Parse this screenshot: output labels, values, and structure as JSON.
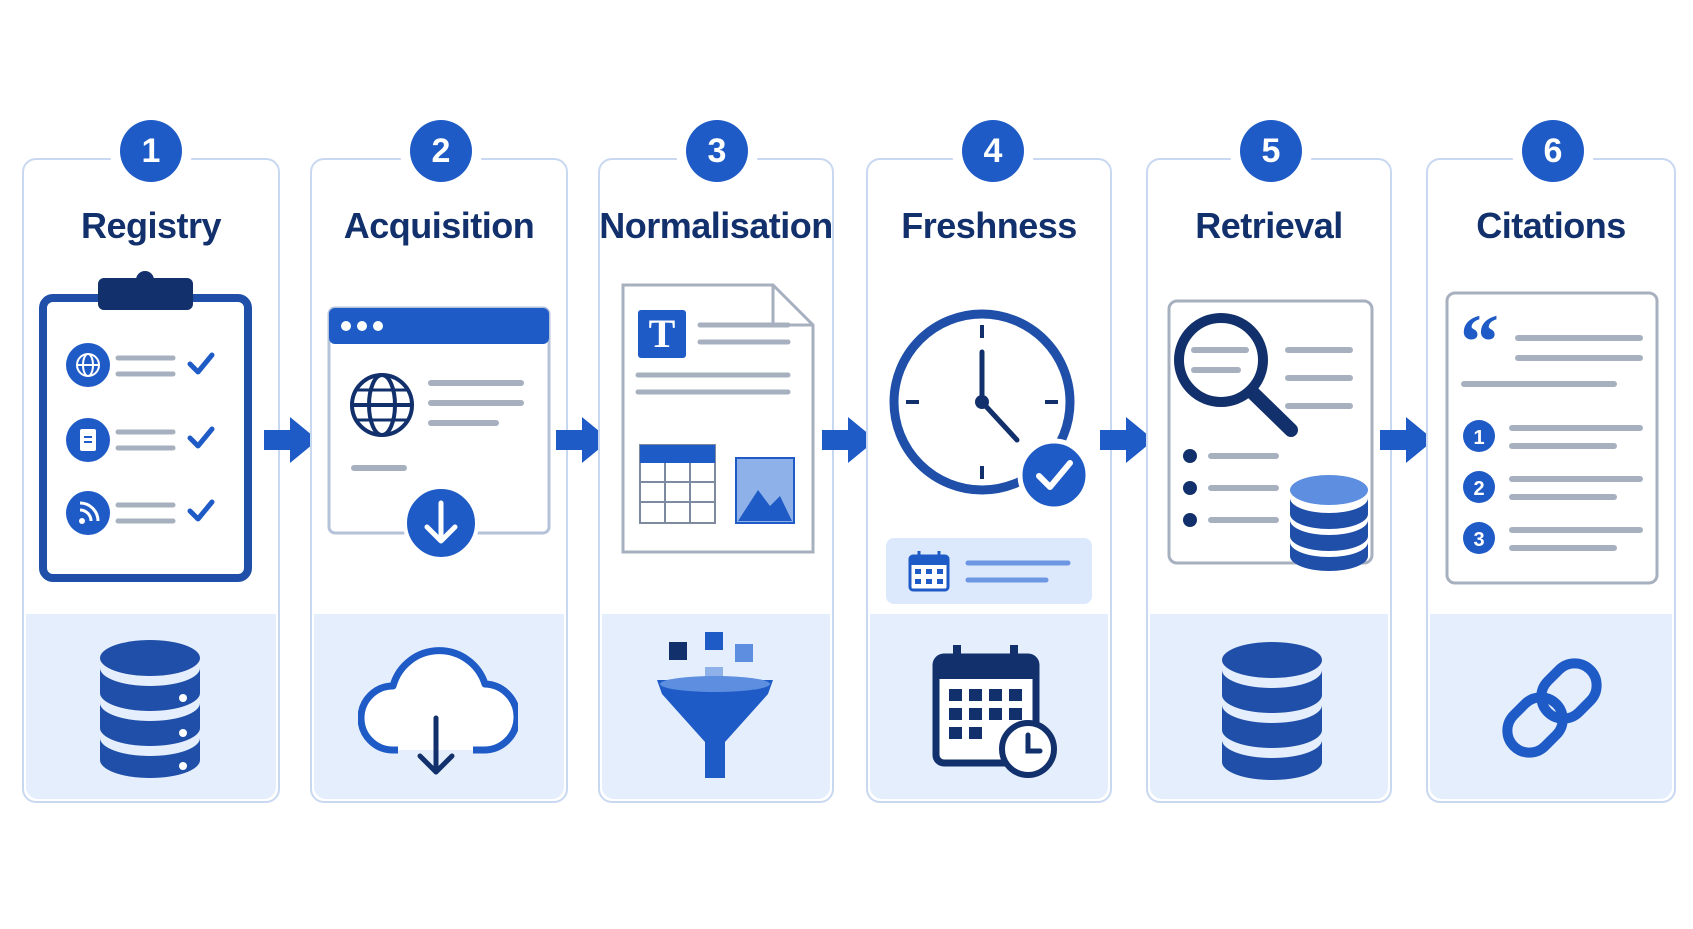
{
  "steps": [
    {
      "number": "1",
      "title": "Registry"
    },
    {
      "number": "2",
      "title": "Acquisition"
    },
    {
      "number": "3",
      "title": "Normalisation"
    },
    {
      "number": "4",
      "title": "Freshness"
    },
    {
      "number": "5",
      "title": "Retrieval"
    },
    {
      "number": "6",
      "title": "Citations"
    }
  ],
  "icons": {
    "step1": [
      "clipboard-checklist-icon",
      "database-icon"
    ],
    "step2": [
      "browser-download-icon",
      "cloud-download-icon"
    ],
    "step3": [
      "document-table-image-icon",
      "funnel-icon"
    ],
    "step4": [
      "clock-check-icon",
      "calendar-clock-icon"
    ],
    "step5": [
      "magnifier-document-icon",
      "database-icon"
    ],
    "step6": [
      "quote-list-icon",
      "link-icon"
    ]
  },
  "citations_list_numbers": [
    "1",
    "2",
    "3"
  ],
  "colors": {
    "accent": "#1f5bc6",
    "dark": "#12306b",
    "panel": "#e5eefc",
    "border": "#c9d8f1",
    "line": "#a7b0bf"
  }
}
